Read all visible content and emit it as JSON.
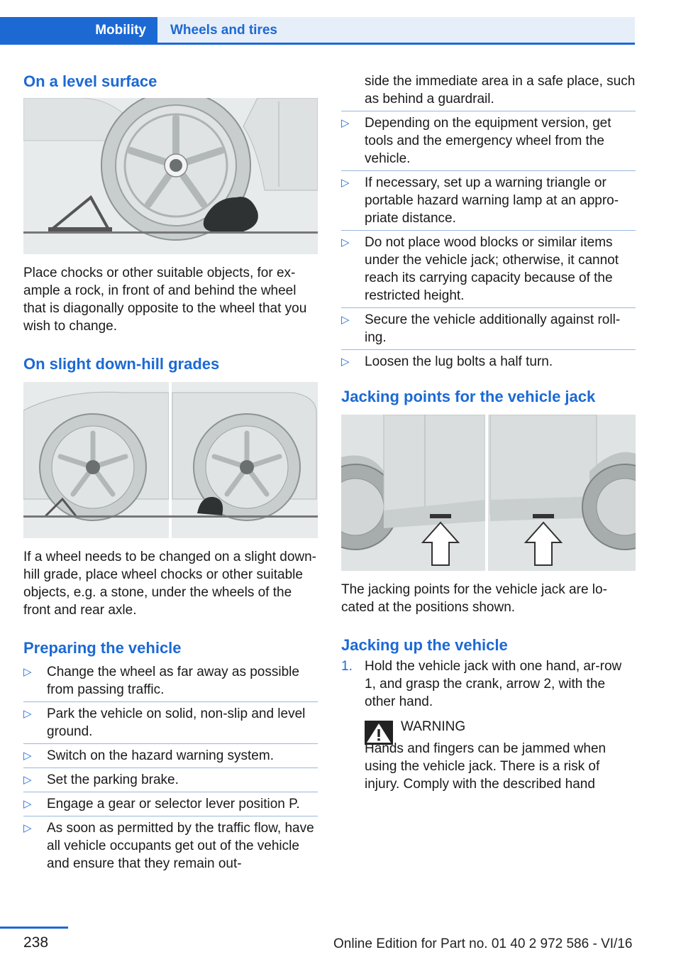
{
  "header": {
    "tab_active": "Mobility",
    "tab_inactive": "Wheels and tires"
  },
  "left": {
    "h_level": "On a level surface",
    "p_level": "Place chocks or other suitable objects, for ex-ample a rock, in front of and behind the wheel that is diagonally opposite to the wheel that you wish to change.",
    "h_downhill": "On slight down-hill grades",
    "p_downhill": "If a wheel needs to be changed on a slight down-hill grade, place wheel chocks or other suitable objects, e.g. a stone, under the wheels of the front and rear axle.",
    "h_prep": "Preparing the vehicle",
    "prep_items": [
      "Change the wheel as far away as possible from passing traffic.",
      "Park the vehicle on solid, non-slip and level ground.",
      "Switch on the hazard warning system.",
      "Set the parking brake.",
      "Engage a gear or selector lever position P.",
      "As soon as permitted by the traffic flow, have all vehicle occupants get out of the vehicle and ensure that they remain out-"
    ]
  },
  "right": {
    "cont_text": "side the immediate area in a safe place, such as behind a guardrail.",
    "items": [
      "Depending on the equipment version, get tools and the emergency wheel from the vehicle.",
      "If necessary, set up a warning triangle or portable hazard warning lamp at an appro-priate distance.",
      "Do not place wood blocks or similar items under the vehicle jack; otherwise, it cannot reach its carrying capacity because of the restricted height.",
      "Secure the vehicle additionally against roll-ing.",
      "Loosen the lug bolts a half turn."
    ],
    "h_jacking_points": "Jacking points for the vehicle jack",
    "p_jacking_points": "The jacking points for the vehicle jack are lo-cated at the positions shown.",
    "h_jacking_up": "Jacking up the vehicle",
    "step1_num": "1.",
    "step1": "Hold the vehicle jack with one hand, ar-row 1, and grasp the crank, arrow 2, with the other hand.",
    "warning_title": "WARNING",
    "warning_text": "Hands and fingers can be jammed when using the vehicle jack. There is a risk of injury. Comply with the described hand"
  },
  "bullet_mark": "▷",
  "footer": {
    "page": "238",
    "edition": "Online Edition for Part no. 01 40 2 972 586 - VI/16"
  },
  "colors": {
    "accent": "#1c69d4",
    "tab_bg": "#e6eef9",
    "figure_bg": "#e9ecec"
  }
}
